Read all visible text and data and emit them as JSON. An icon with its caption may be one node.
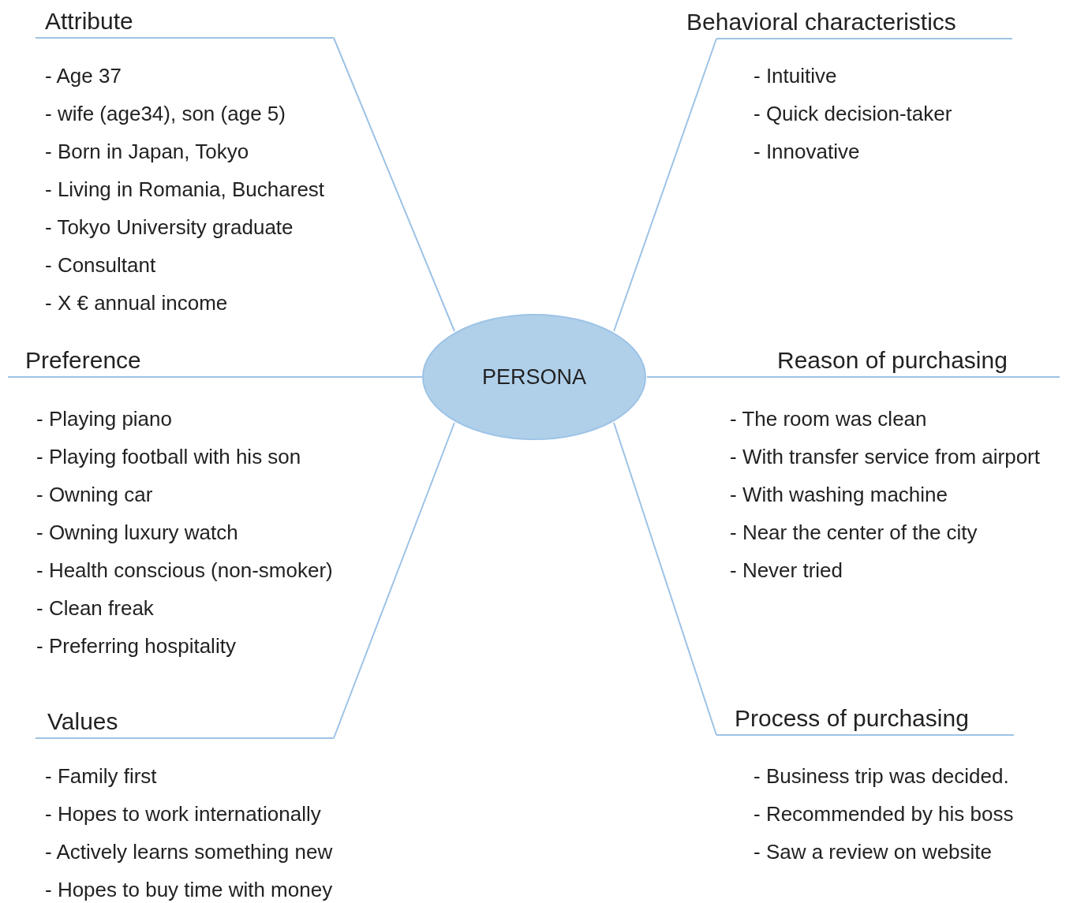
{
  "diagram": {
    "nodes": [
      {
        "text": [
          "PERSONA"
        ]
      },
      {
        "text": [
          "Attribute"
        ],
        "beside": [
          "- Age 37",
          "- wife (age34), son (age 5)",
          "- Born in Japan, Tokyo",
          "- Living in Romania, Bucharest",
          "- Tokyo University graduate",
          "- Consultant",
          "- X € annual income"
        ]
      },
      {
        "text": [
          "Behavioral characteristics"
        ],
        "beside": [
          "- Intuitive",
          "- Quick decision-taker",
          "- Innovative"
        ]
      },
      {
        "text": [
          "Preference"
        ],
        "beside": [
          "- Playing piano",
          "- Playing football with his son",
          "- Owning car",
          "- Owning luxury watch",
          "- Health conscious (non-smoker)",
          "- Clean freak",
          "- Preferring hospitality"
        ]
      },
      {
        "text": [
          "Reason of purchasing"
        ],
        "beside": [
          "- The room was clean",
          "- With transfer service from airport",
          "- With washing machine",
          "- Near the center of the city",
          "- Never tried"
        ]
      },
      {
        "text": [
          "Values"
        ],
        "beside": [
          "- Family first",
          "- Hopes to work internationally",
          "- Actively learns something new",
          "- Hopes to buy time with money"
        ]
      },
      {
        "text": [
          "Process of purchasing"
        ],
        "beside": [
          "- Business trip was decided.",
          "- Recommended by his boss",
          "- Saw a review on website"
        ]
      }
    ],
    "edges": [
      {
        "from": 0,
        "to": 1,
        "arrow": "none"
      },
      {
        "from": 0,
        "to": 2,
        "arrow": "none"
      },
      {
        "from": 0,
        "to": 3,
        "arrow": "none"
      },
      {
        "from": 0,
        "to": 4,
        "arrow": "none"
      },
      {
        "from": 0,
        "to": 5,
        "arrow": "none"
      },
      {
        "from": 0,
        "to": 6,
        "arrow": "none"
      }
    ]
  }
}
